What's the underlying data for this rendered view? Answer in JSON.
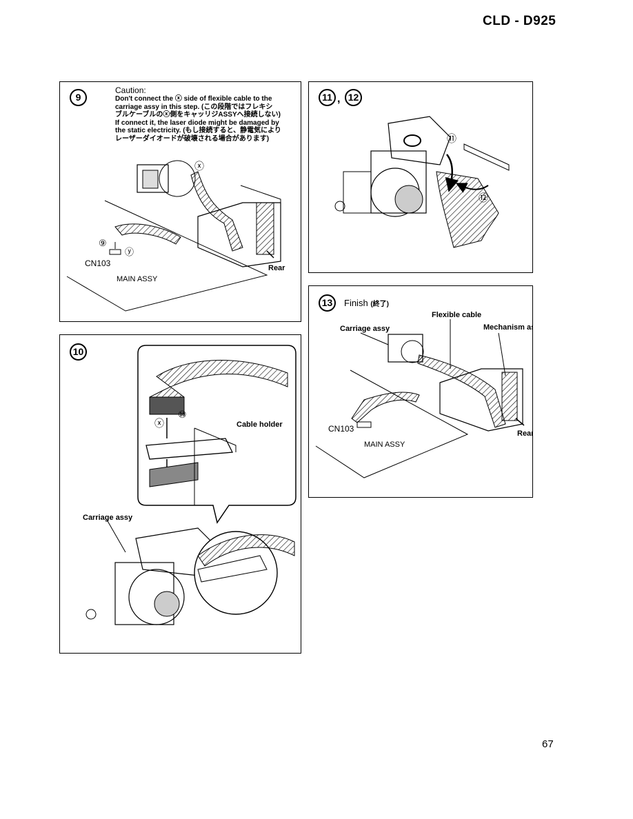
{
  "header": {
    "model": "CLD - D925"
  },
  "footer": {
    "page": "67"
  },
  "step9": {
    "number": "9",
    "caution_title": "Caution:",
    "caution_lines": [
      "Don't connect the ⓧ side of flexible cable to the",
      "carriage assy in this step. (この段階ではフレキシ",
      "ブルケーブルのⓧ側をキャッリジASSYへ接続しない)",
      "If connect it, the laser diode might be damaged by",
      "the static electricity. (もし接続すると、静電気により",
      "レーザーダイオードが破壊される場合があります)"
    ],
    "label_x": "ⓧ",
    "label_y": "ⓨ",
    "label_9": "⑨",
    "cn103": "CN103",
    "main_assy": "MAIN ASSY",
    "rear": "Rear"
  },
  "step10": {
    "number": "10",
    "label_x": "ⓧ",
    "label_10": "⑩",
    "cable_holder": "Cable holder",
    "carriage_assy": "Carriage assy"
  },
  "step11": {
    "number_a": "11",
    "comma": ",",
    "number_b": "12",
    "label_11": "⑪",
    "label_12": "⑫"
  },
  "step13": {
    "number": "13",
    "finish": "Finish",
    "finish_jp": "(終了)",
    "flexible_cable": "Flexible cable",
    "carriage_assy": "Carriage assy",
    "mechanism_assy": "Mechanism assy",
    "cn103": "CN103",
    "main_assy": "MAIN ASSY",
    "rear": "Rear"
  }
}
